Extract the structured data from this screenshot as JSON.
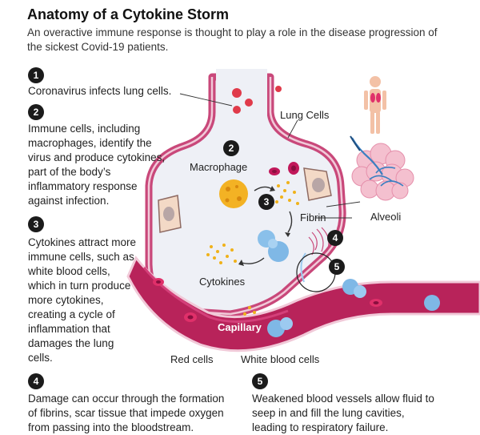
{
  "header": {
    "title": "Anatomy of a Cytokine Storm",
    "subtitle": "An overactive immune response is thought to play a role in the disease progression of the sickest Covid-19 patients."
  },
  "steps": [
    {
      "number": "1",
      "text": "Coronavirus infects lung cells."
    },
    {
      "number": "2",
      "text": "Immune cells, including macrophages, identify the virus and produce cytokines, part of the body’s inflammatory response against infection."
    },
    {
      "number": "3",
      "text": "Cytokines attract more immune cells, such as white blood cells, which in turn produce more cytokines, creating a cycle of inflammation that damages the lung cells."
    },
    {
      "number": "4",
      "text": "Damage can occur through the formation of fibrins, scar tissue that impede oxygen from passing into the bloodstream."
    },
    {
      "number": "5",
      "text": "Weakened blood vessels allow fluid to seep in and fill the lung cavities, leading to respiratory failure."
    }
  ],
  "diagram": {
    "labels": {
      "lung_cells": "Lung Cells",
      "macrophage": "Macrophage",
      "fibrin": "Fibrin",
      "alveoli": "Alveoli",
      "cytokines": "Cytokines",
      "capillary": "Capillary",
      "red_cells": "Red cells",
      "white_blood_cells": "White blood cells"
    },
    "markers": [
      "2",
      "3",
      "4",
      "5"
    ]
  },
  "colors": {
    "badge": "#1b1b1b",
    "membrane": "#c9487a",
    "membrane_light": "#f1c9d8",
    "cavity": "#eef0f6",
    "capillary": "#b8235a",
    "red_cell": "#d0205a",
    "white_cell": "#7fb8e6",
    "cytokine": "#f0b21a",
    "alveoli_pink": "#f4c0cf",
    "alveoli_blue": "#3a7fc1"
  }
}
